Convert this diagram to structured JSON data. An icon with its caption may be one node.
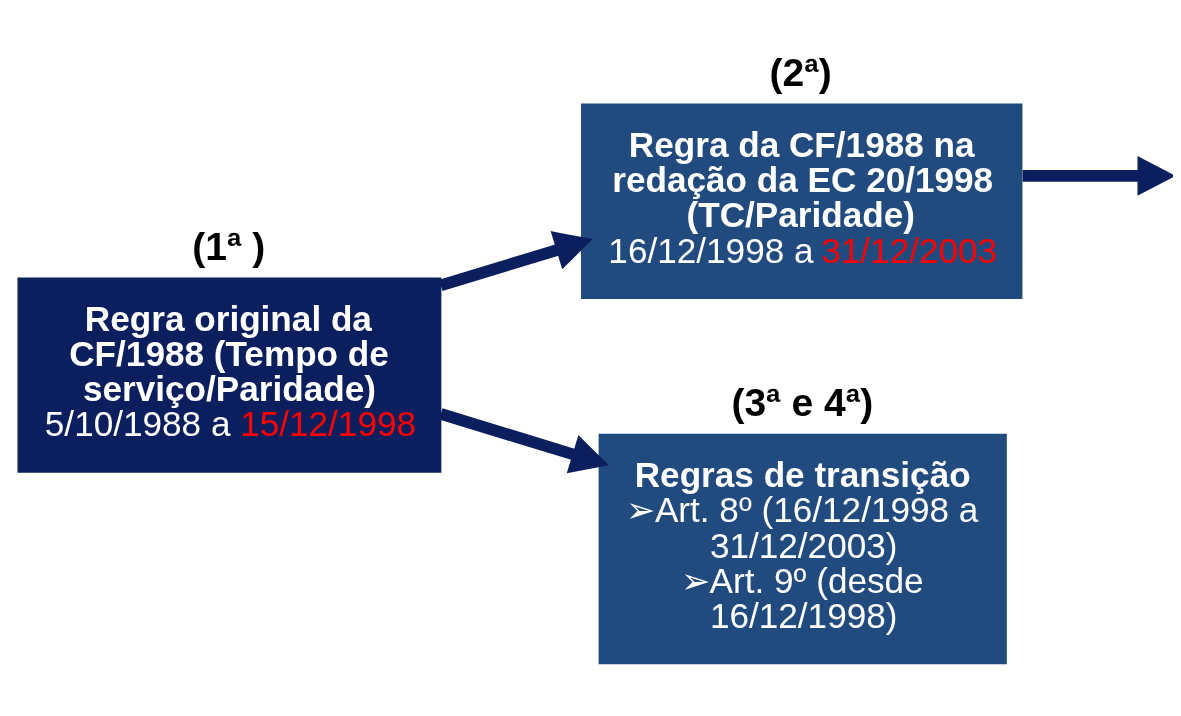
{
  "diagram": {
    "nodes": [
      {
        "text": [
          "(1ª )",
          "Regra original da CF/1988 (Tempo de serviço/Paridade)",
          "5/10/1988 a 15/12/1998"
        ]
      },
      {
        "text": [
          "(2ª)",
          "Regra da CF/1988 na redação da EC 20/1998 (TC/Paridade)",
          "16/12/1998 a 31/12/2003"
        ]
      },
      {
        "text": [
          "(3ª e 4ª)",
          "Regras de transição",
          "➢Art. 8º (16/12/1998 a 31/12/2003)",
          "➢Art. 9º (desde 16/12/1998)"
        ]
      }
    ],
    "edges": [
      {
        "from": 0,
        "to": 1,
        "arrow": "to"
      },
      {
        "from": 0,
        "to": 2,
        "arrow": "to"
      },
      {
        "from": 1,
        "to": null,
        "arrow": "to"
      }
    ]
  }
}
